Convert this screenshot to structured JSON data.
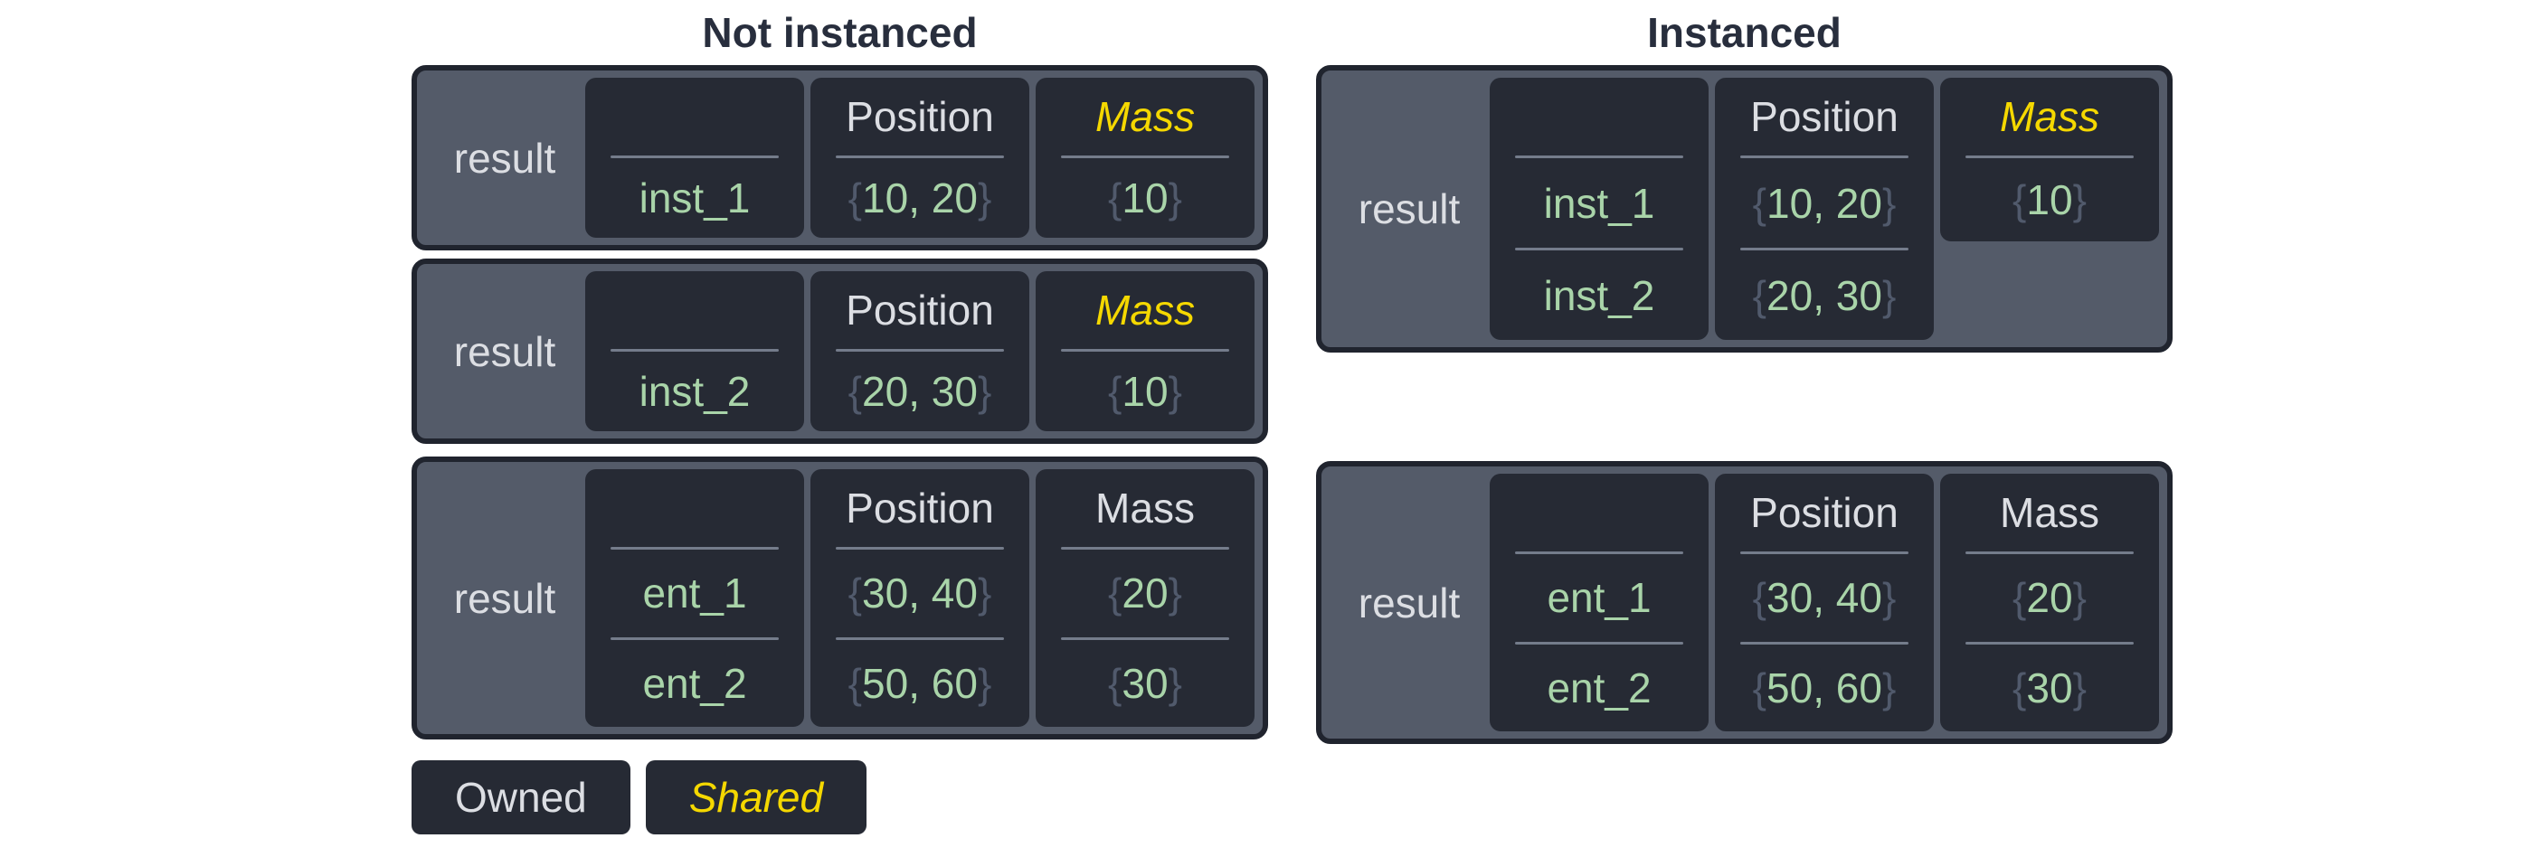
{
  "panels": [
    {
      "title": "Not instanced",
      "boxes": [
        {
          "label": "result",
          "columns": [
            {
              "header": "",
              "shared": false,
              "values": [
                {
                  "text": "inst_1",
                  "braced": false
                }
              ]
            },
            {
              "header": "Position",
              "shared": false,
              "values": [
                {
                  "text": "10, 20",
                  "braced": true
                }
              ]
            },
            {
              "header": "Mass",
              "shared": true,
              "values": [
                {
                  "text": "10",
                  "braced": true
                }
              ]
            }
          ]
        },
        {
          "label": "result",
          "columns": [
            {
              "header": "",
              "shared": false,
              "values": [
                {
                  "text": "inst_2",
                  "braced": false
                }
              ]
            },
            {
              "header": "Position",
              "shared": false,
              "values": [
                {
                  "text": "20, 30",
                  "braced": true
                }
              ]
            },
            {
              "header": "Mass",
              "shared": true,
              "values": [
                {
                  "text": "10",
                  "braced": true
                }
              ]
            }
          ]
        },
        {
          "label": "result",
          "columns": [
            {
              "header": "",
              "shared": false,
              "values": [
                {
                  "text": "ent_1",
                  "braced": false
                },
                {
                  "text": "ent_2",
                  "braced": false
                }
              ]
            },
            {
              "header": "Position",
              "shared": false,
              "values": [
                {
                  "text": "30, 40",
                  "braced": true
                },
                {
                  "text": "50, 60",
                  "braced": true
                }
              ]
            },
            {
              "header": "Mass",
              "shared": false,
              "values": [
                {
                  "text": "20",
                  "braced": true
                },
                {
                  "text": "30",
                  "braced": true
                }
              ]
            }
          ]
        }
      ]
    },
    {
      "title": "Instanced",
      "boxes": [
        {
          "label": "result",
          "tall": true,
          "columns": [
            {
              "header": "",
              "shared": false,
              "values": [
                {
                  "text": "inst_1",
                  "braced": false
                },
                {
                  "text": "inst_2",
                  "braced": false
                }
              ]
            },
            {
              "header": "Position",
              "shared": false,
              "values": [
                {
                  "text": "10, 20",
                  "braced": true
                },
                {
                  "text": "20, 30",
                  "braced": true
                }
              ]
            },
            {
              "header": "Mass",
              "shared": true,
              "short": true,
              "values": [
                {
                  "text": "10",
                  "braced": true
                }
              ]
            }
          ]
        },
        {
          "label": "result",
          "columns": [
            {
              "header": "",
              "shared": false,
              "values": [
                {
                  "text": "ent_1",
                  "braced": false
                },
                {
                  "text": "ent_2",
                  "braced": false
                }
              ]
            },
            {
              "header": "Position",
              "shared": false,
              "values": [
                {
                  "text": "30, 40",
                  "braced": true
                },
                {
                  "text": "50, 60",
                  "braced": true
                }
              ]
            },
            {
              "header": "Mass",
              "shared": false,
              "values": [
                {
                  "text": "20",
                  "braced": true
                },
                {
                  "text": "30",
                  "braced": true
                }
              ]
            }
          ]
        }
      ]
    }
  ],
  "legend": [
    {
      "label": "Owned",
      "shared": false
    },
    {
      "label": "Shared",
      "shared": true
    }
  ],
  "colors": {
    "background": "#ffffff",
    "title_text": "#282e3d",
    "box_fill": "#545b69",
    "box_border": "#20242e",
    "card_fill": "#262a34",
    "divider": "#747c8b",
    "owned_text": "#dcdee3",
    "shared_text": "#f5d800",
    "value_text": "#a9d4a9",
    "brace_text": "#515a6c"
  }
}
